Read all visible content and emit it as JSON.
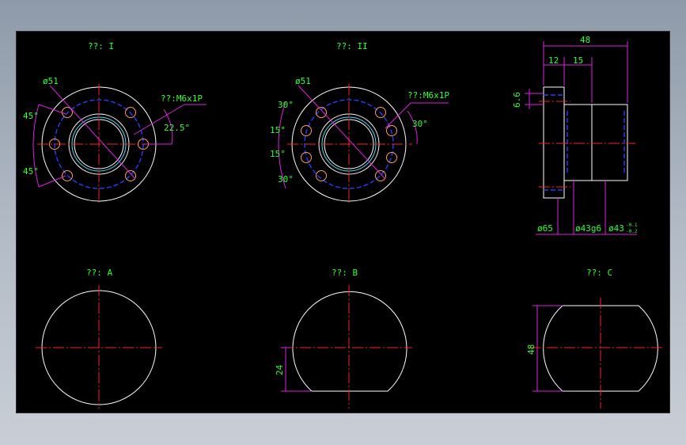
{
  "colors": {
    "background": "#000000",
    "outline": "#ffffff",
    "center_line": "#ff2020",
    "hidden_line": "#2a3cff",
    "dimension": "#e020e0",
    "text": "#30ff30",
    "thread": "#40e0ff"
  },
  "views": {
    "view_1": {
      "title": "??: I",
      "diameter": "ø51",
      "thread": "??:M6x1P",
      "angle_top": "45°",
      "angle_bottom": "45°",
      "angle_right": "22.5°"
    },
    "view_2": {
      "title": "??: II",
      "diameter": "ø51",
      "thread": "??:M6x1P",
      "angle_1": "30°",
      "angle_2": "15°",
      "angle_3": "15°",
      "angle_4": "30°",
      "angle_right": "30°"
    },
    "side": {
      "dim_total": "48",
      "dim_flange": "12",
      "dim_body": "15",
      "dim_offset": "6.6",
      "dia_flange": "ø65",
      "dia_body": "ø43g6",
      "dia_tol_base": "ø43",
      "tol_upper": "-0.1",
      "tol_lower": "-0.2"
    },
    "view_a": {
      "title": "??: A"
    },
    "view_b": {
      "title": "??: B",
      "dim": "24"
    },
    "view_c": {
      "title": "??: C",
      "dim": "48"
    }
  }
}
